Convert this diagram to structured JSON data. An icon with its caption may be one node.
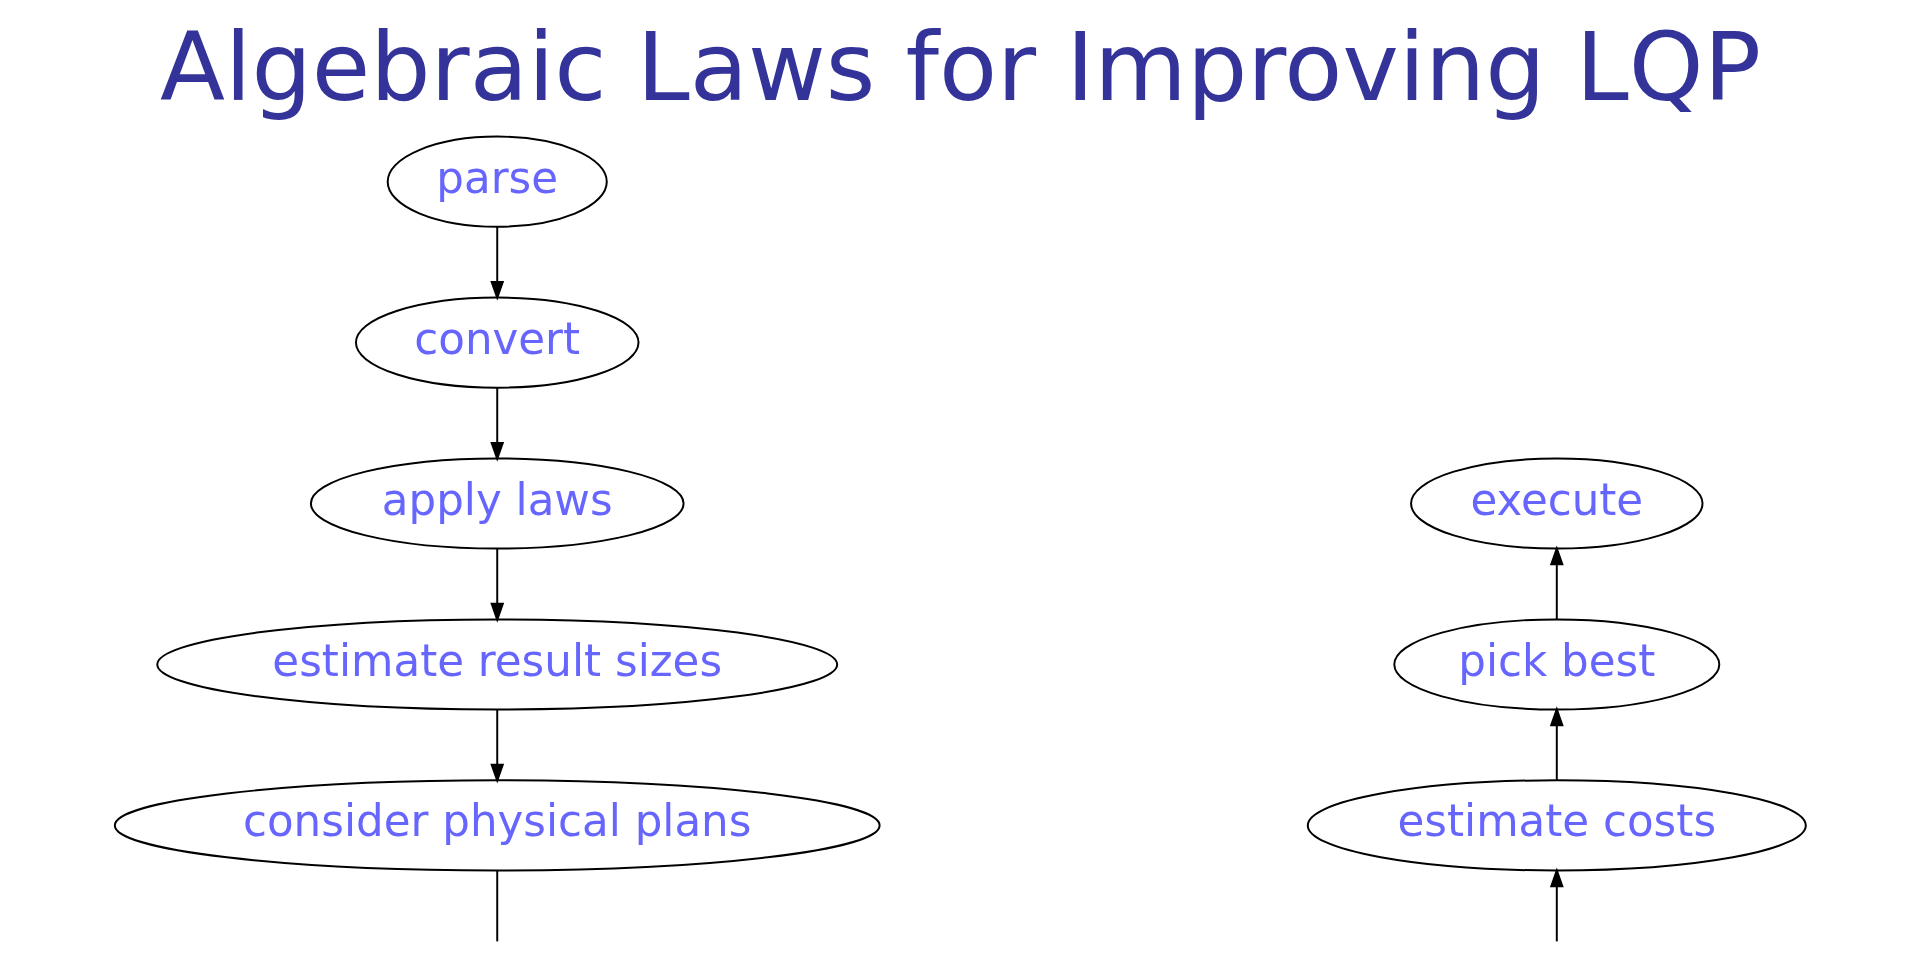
{
  "diagram": {
    "title": "Algebraic Laws for Improving LQP",
    "nodes": [
      {
        "text": [
          "parse"
        ]
      },
      {
        "text": [
          "convert"
        ]
      },
      {
        "text": [
          "apply laws"
        ]
      },
      {
        "text": [
          "estimate result sizes"
        ]
      },
      {
        "text": [
          "consider physical plans"
        ]
      },
      {
        "text": [
          "estimate costs"
        ]
      },
      {
        "text": [
          "pick best"
        ]
      },
      {
        "text": [
          "execute"
        ]
      }
    ],
    "edges": [
      {
        "from": 0,
        "to": 1,
        "arrow": "to"
      },
      {
        "from": 1,
        "to": 2,
        "arrow": "to"
      },
      {
        "from": 2,
        "to": 3,
        "arrow": "to"
      },
      {
        "from": 3,
        "to": 4,
        "arrow": "to"
      },
      {
        "from": 4,
        "to": null,
        "arrow": "none"
      },
      {
        "from": null,
        "to": 5,
        "arrow": "to"
      },
      {
        "from": 5,
        "to": 6,
        "arrow": "to"
      },
      {
        "from": 6,
        "to": 7,
        "arrow": "to"
      }
    ]
  }
}
